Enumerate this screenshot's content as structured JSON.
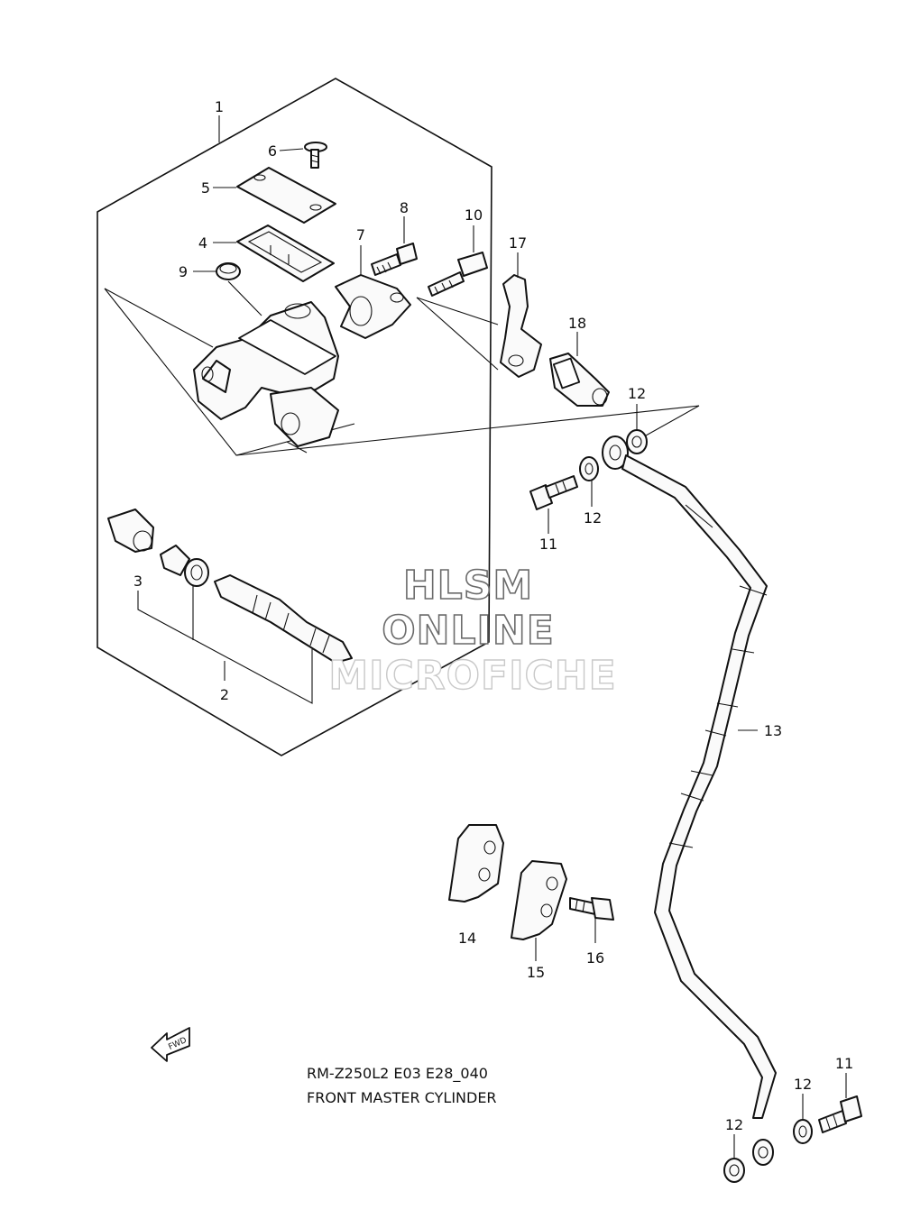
{
  "callouts": {
    "c1": "1",
    "c2": "2",
    "c3": "3",
    "c4": "4",
    "c5": "5",
    "c6": "6",
    "c7": "7",
    "c8": "8",
    "c9": "9",
    "c10": "10",
    "c11a": "11",
    "c11b": "11",
    "c12a": "12",
    "c12b": "12",
    "c12c": "12",
    "c12d": "12",
    "c13": "13",
    "c14": "14",
    "c15": "15",
    "c16": "16",
    "c17": "17",
    "c18": "18"
  },
  "watermark": {
    "line1": "HLSM",
    "line2": "ONLINE",
    "line3": "MICROFICHE"
  },
  "caption": {
    "model": "RM-Z250L2 E03 E28_040",
    "title": "FRONT MASTER CYLINDER"
  },
  "fwd_badge": "FWD"
}
